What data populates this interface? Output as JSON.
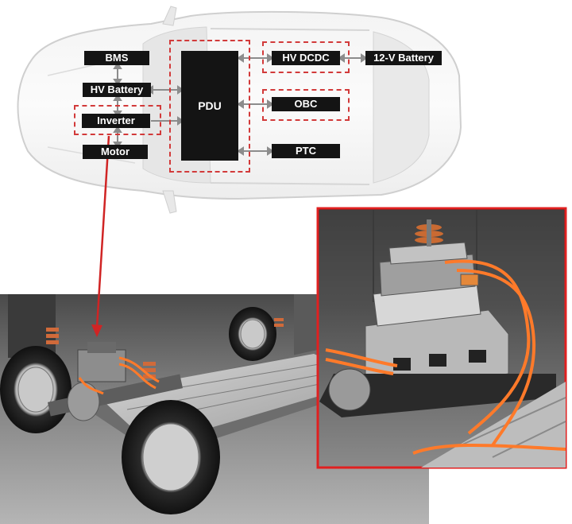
{
  "components": {
    "bms": "BMS",
    "hv_battery": "HV Battery",
    "inverter": "Inverter",
    "motor": "Motor",
    "pdu": "PDU",
    "hv_dcdc": "HV DCDC",
    "battery_12v": "12-V Battery",
    "obc": "OBC",
    "ptc": "PTC"
  },
  "colors": {
    "highlight": "#d23a3a",
    "label_bg": "#141414",
    "label_text": "#ffffff",
    "cable": "#ff7a2a"
  }
}
